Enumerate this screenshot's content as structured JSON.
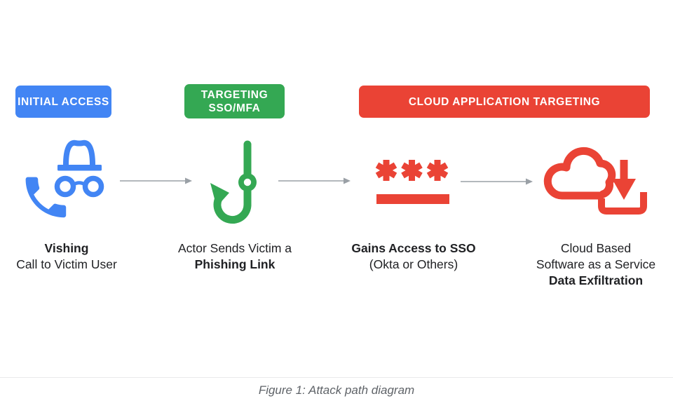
{
  "palette": {
    "blue": "#4285F4",
    "green": "#34A853",
    "red": "#EA4335",
    "arrow_gray": "#9AA0A6",
    "text_dark": "#202124",
    "caption_gray": "#5F6368",
    "divider_gray": "#E9E9EB"
  },
  "badges": {
    "initial": {
      "label": "INITIAL ACCESS",
      "color": "#4285F4"
    },
    "targeting": {
      "line1": "TARGETING",
      "line2": "SSO/MFA",
      "color": "#34A853"
    },
    "cloud": {
      "label": "CLOUD APPLICATION TARGETING",
      "color": "#EA4335"
    }
  },
  "icons": {
    "step1": "spy-phone-vishing-icon",
    "step2": "phishing-hook-icon",
    "step3": "password-asterisks-icon",
    "step4": "cloud-download-icon"
  },
  "steps": [
    {
      "lines": [
        {
          "text": "Vishing",
          "bold": true
        },
        {
          "text": "Call to Victim User",
          "bold": false
        }
      ]
    },
    {
      "lines": [
        {
          "text": "Actor Sends Victim a",
          "bold": false
        },
        {
          "text": "Phishing Link",
          "bold": true
        }
      ]
    },
    {
      "lines": [
        {
          "text": "Gains Access to SSO",
          "bold": true
        },
        {
          "text": "(Okta or Others)",
          "bold": false
        }
      ]
    },
    {
      "lines": [
        {
          "text": "Cloud Based",
          "bold": false
        },
        {
          "text": "Software as a Service",
          "bold": false
        },
        {
          "text": "Data Exfiltration",
          "bold": true
        }
      ]
    }
  ],
  "figure": {
    "caption": "Figure 1: Attack path diagram"
  }
}
